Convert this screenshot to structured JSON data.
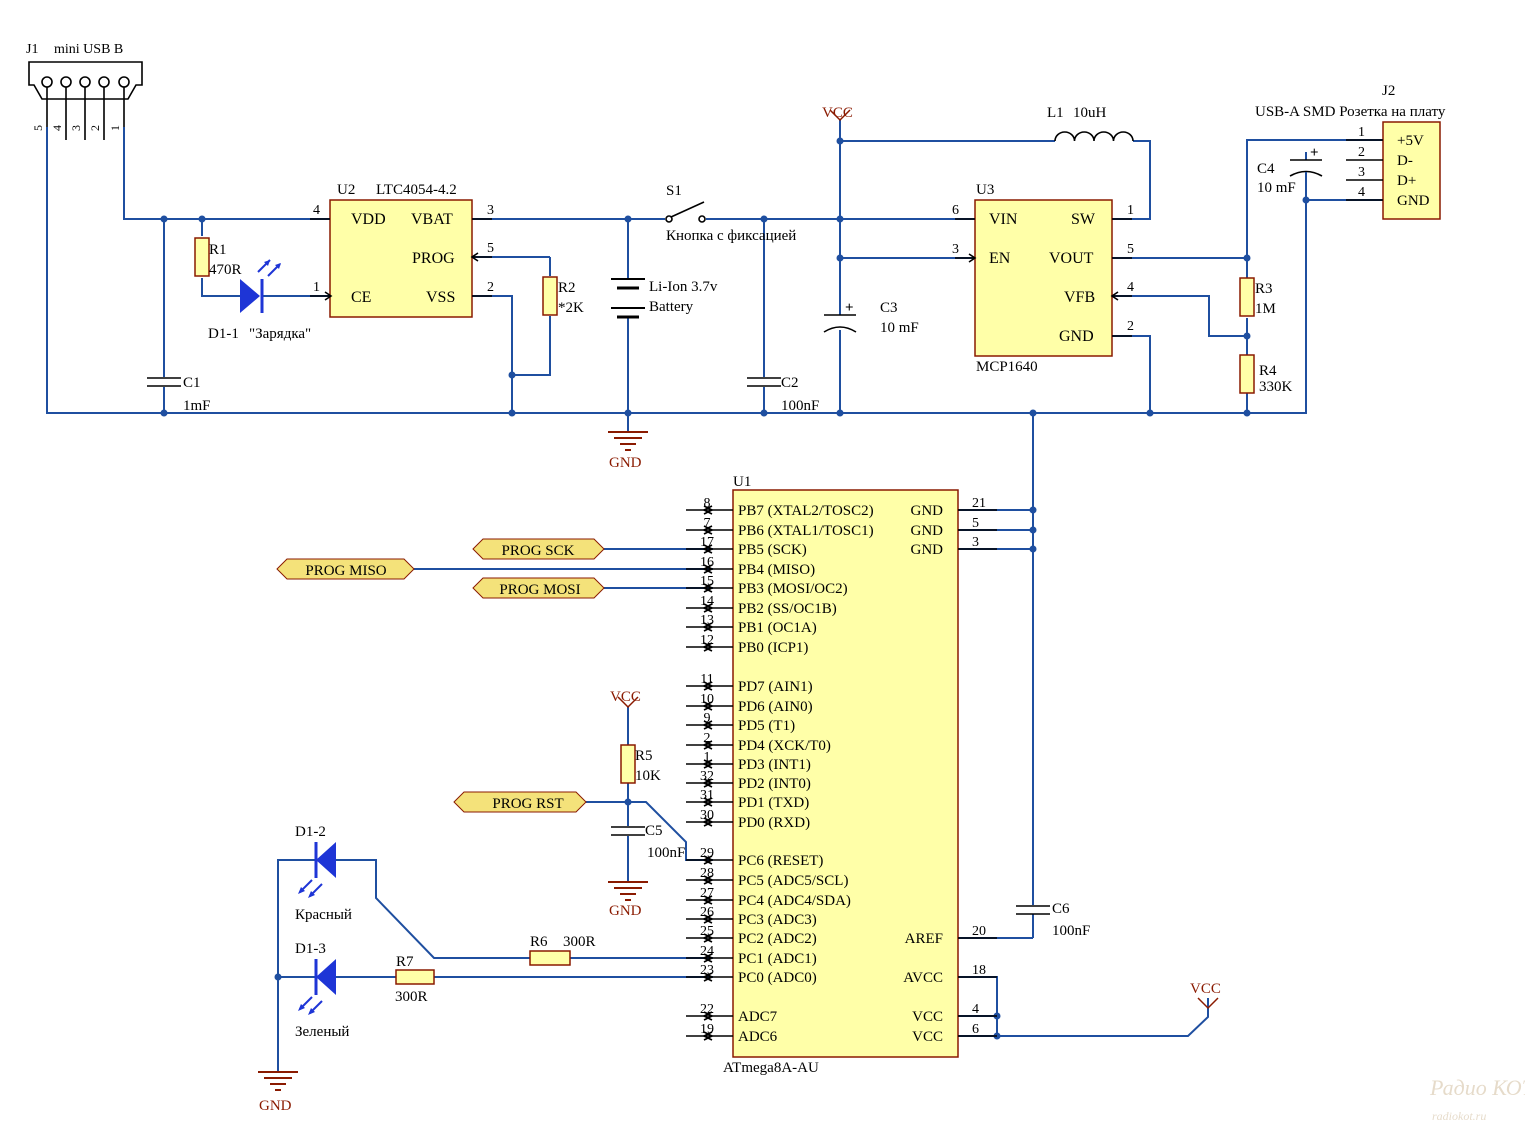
{
  "title": "",
  "components": {
    "J1": {
      "ref": "J1",
      "name": "mini USB B",
      "pins": [
        "5",
        "4",
        "3",
        "2",
        "1"
      ]
    },
    "U2": {
      "ref": "U2",
      "part": "LTC4054-4.2",
      "pins": {
        "vdd": "VDD",
        "vbat": "VBAT",
        "prog": "PROG",
        "ce": "CE",
        "vss": "VSS",
        "n4": "4",
        "n3": "3",
        "n5": "5",
        "n1": "1",
        "n2": "2"
      }
    },
    "R1": {
      "ref": "R1",
      "value": "470R"
    },
    "D11": {
      "ref": "D1-1",
      "label": "\"Зарядка\""
    },
    "R2": {
      "ref": "R2",
      "value": "*2K"
    },
    "C1": {
      "ref": "C1",
      "value": "1mF"
    },
    "S1": {
      "ref": "S1",
      "label": "Кнопка с фиксацией"
    },
    "BAT": {
      "label1": "Li-Ion 3.7v",
      "label2": "Battery"
    },
    "C2": {
      "ref": "C2",
      "value": "100nF"
    },
    "C3": {
      "ref": "C3",
      "value": "10 mF"
    },
    "L1": {
      "ref": "L1",
      "value": "10uH"
    },
    "U3": {
      "ref": "U3",
      "part": "MCP1640",
      "pins": {
        "vin": "VIN",
        "sw": "SW",
        "en": "EN",
        "vout": "VOUT",
        "vfb": "VFB",
        "gnd": "GND",
        "n6": "6",
        "n1": "1",
        "n3": "3",
        "n5": "5",
        "n4": "4",
        "n2": "2"
      }
    },
    "R3": {
      "ref": "R3",
      "value": "1M"
    },
    "R4": {
      "ref": "R4",
      "value": "330K"
    },
    "C4": {
      "ref": "C4",
      "value": "10 mF"
    },
    "J2": {
      "ref": "J2",
      "name": "USB-A SMD Розетка на плату",
      "pins": [
        {
          "n": "1",
          "l": "+5V"
        },
        {
          "n": "2",
          "l": "D-"
        },
        {
          "n": "3",
          "l": "D+"
        },
        {
          "n": "4",
          "l": "GND"
        }
      ]
    },
    "R5": {
      "ref": "R5",
      "value": "10K"
    },
    "C5": {
      "ref": "C5",
      "value": "100nF"
    },
    "C6": {
      "ref": "C6",
      "value": "100nF"
    },
    "R6": {
      "ref": "R6",
      "value": "300R"
    },
    "R7": {
      "ref": "R7",
      "value": "300R"
    },
    "D12": {
      "ref": "D1-2",
      "label": "Красный"
    },
    "D13": {
      "ref": "D1-3",
      "label": "Зеленый"
    },
    "U1": {
      "ref": "U1",
      "part": "ATmega8A-AU",
      "left_pins": [
        {
          "n": "8",
          "l": "PB7 (XTAL2/TOSC2)"
        },
        {
          "n": "7",
          "l": "PB6 (XTAL1/TOSC1)"
        },
        {
          "n": "17",
          "l": "PB5 (SCK)"
        },
        {
          "n": "16",
          "l": "PB4 (MISO)"
        },
        {
          "n": "15",
          "l": "PB3 (MOSI/OC2)"
        },
        {
          "n": "14",
          "l": "PB2 (SS/OC1B)"
        },
        {
          "n": "13",
          "l": "PB1 (OC1A)"
        },
        {
          "n": "12",
          "l": "PB0 (ICP1)"
        },
        {
          "n": "11",
          "l": "PD7 (AIN1)"
        },
        {
          "n": "10",
          "l": "PD6 (AIN0)"
        },
        {
          "n": "9",
          "l": "PD5 (T1)"
        },
        {
          "n": "2",
          "l": "PD4 (XCK/T0)"
        },
        {
          "n": "1",
          "l": "PD3 (INT1)"
        },
        {
          "n": "32",
          "l": "PD2 (INT0)"
        },
        {
          "n": "31",
          "l": "PD1 (TXD)"
        },
        {
          "n": "30",
          "l": "PD0 (RXD)"
        },
        {
          "n": "29",
          "l": "PC6 (RESET)"
        },
        {
          "n": "28",
          "l": "PC5 (ADC5/SCL)"
        },
        {
          "n": "27",
          "l": "PC4 (ADC4/SDA)"
        },
        {
          "n": "26",
          "l": "PC3 (ADC3)"
        },
        {
          "n": "25",
          "l": "PC2 (ADC2)"
        },
        {
          "n": "24",
          "l": "PC1 (ADC1)"
        },
        {
          "n": "23",
          "l": "PC0 (ADC0)"
        },
        {
          "n": "22",
          "l": "ADC7"
        },
        {
          "n": "19",
          "l": "ADC6"
        }
      ],
      "right_pins": [
        {
          "n": "21",
          "l": "GND"
        },
        {
          "n": "5",
          "l": "GND"
        },
        {
          "n": "3",
          "l": "GND"
        },
        {
          "n": "20",
          "l": "AREF"
        },
        {
          "n": "18",
          "l": "AVCC"
        },
        {
          "n": "4",
          "l": "VCC"
        },
        {
          "n": "6",
          "l": "VCC"
        }
      ]
    }
  },
  "power": {
    "vcc": "VCC",
    "gnd": "GND"
  },
  "net_labels": {
    "sck": "PROG SCK",
    "miso": "PROG MISO",
    "mosi": "PROG MOSI",
    "rst": "PROG RST"
  },
  "watermark": {
    "line1": "Радио КОТ",
    "line2": "radiokot.ru"
  },
  "colors": {
    "wire": "#1f4fa0",
    "component_fill": "#ffffa8",
    "component_border": "#8a1a00",
    "led": "#1e35d6",
    "net_label": "#f4e27a"
  }
}
